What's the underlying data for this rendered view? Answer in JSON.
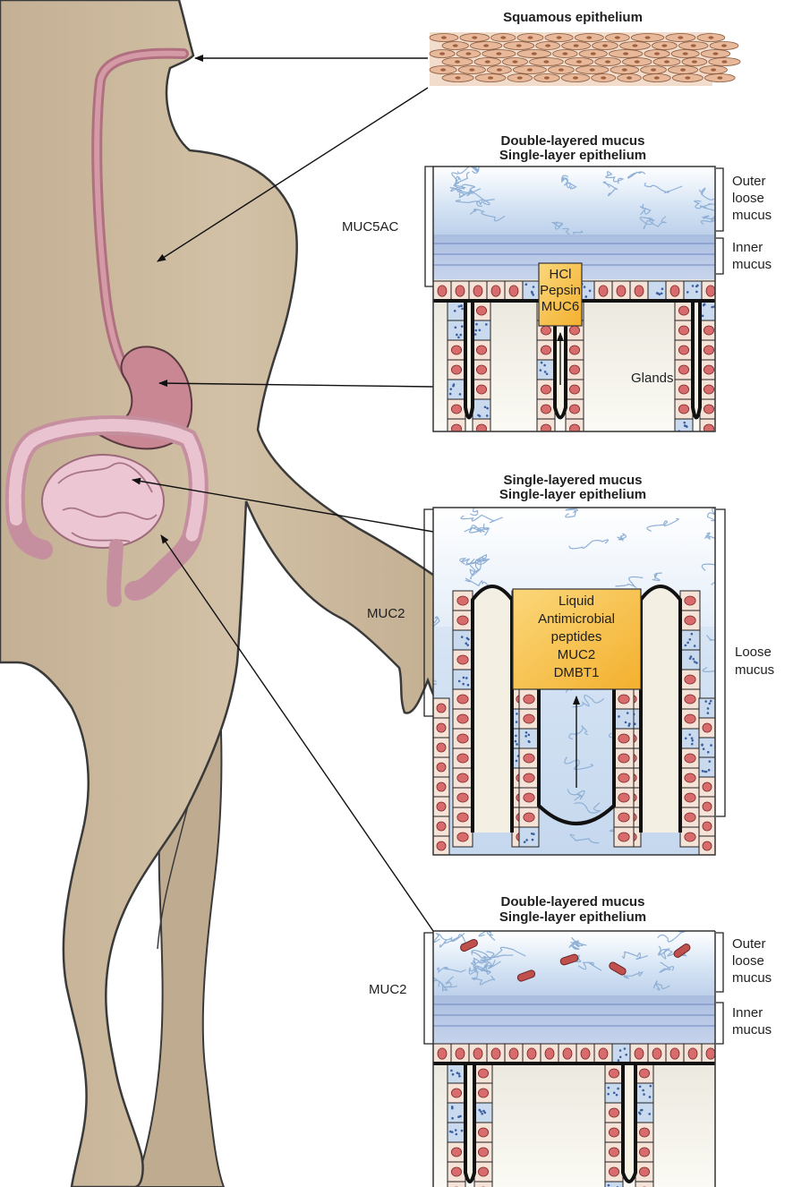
{
  "panels": {
    "squamous": {
      "title": "Squamous epithelium"
    },
    "stomach": {
      "title_line1": "Double-layered mucus",
      "title_line2": "Single-layer epithelium",
      "mucin": "MUC5AC",
      "outer": [
        "Outer",
        "loose",
        "mucus"
      ],
      "inner": [
        "Inner",
        "mucus"
      ],
      "secretions": [
        "HCl",
        "Pepsin",
        "MUC6"
      ],
      "glands": "Glands"
    },
    "small_intestine": {
      "title_line1": "Single-layered mucus",
      "title_line2": "Single-layer epithelium",
      "mucin": "MUC2",
      "loose": [
        "Loose",
        "mucus"
      ],
      "secretions": [
        "Liquid",
        "Antimicrobial",
        "peptides",
        "MUC2",
        "DMBT1"
      ]
    },
    "colon": {
      "title_line1": "Double-layered mucus",
      "title_line2": "Single-layer epithelium",
      "mucin": "MUC2",
      "outer": [
        "Outer",
        "loose",
        "mucus"
      ],
      "inner": [
        "Inner",
        "mucus"
      ]
    }
  },
  "colors": {
    "skin": "#c9b79c",
    "skin_outline": "#3a3a3a",
    "gut": "#c98693",
    "intestine": "#e8bccb",
    "mucus_light": "#dce9f6",
    "mucus_dark": "#9fb3d8",
    "secretion_box": "#f7c046",
    "cell": "#f5e1d6",
    "nucleus": "#d86b6b",
    "bacteria": "#c0504d",
    "tissue": "#f2efe2"
  }
}
